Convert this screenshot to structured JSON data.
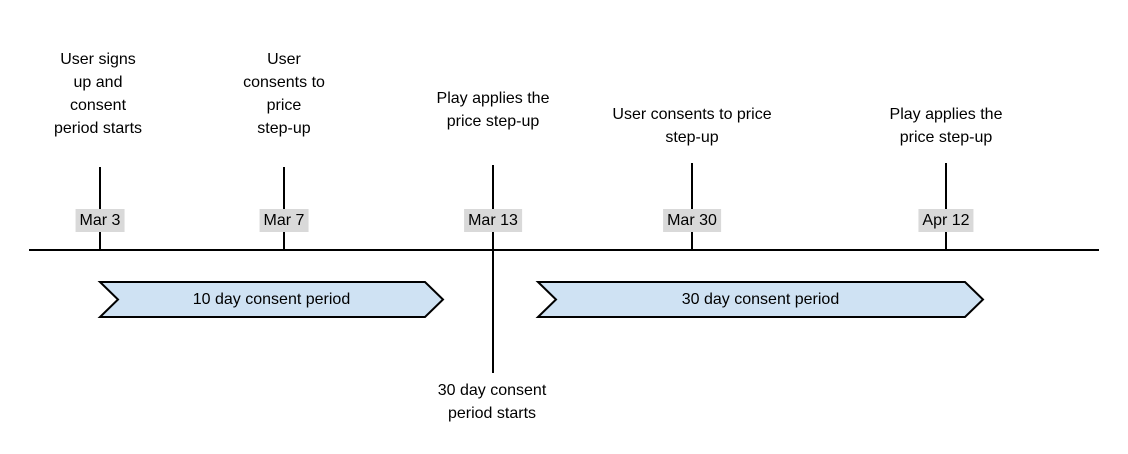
{
  "events": [
    {
      "date": "Mar 3",
      "label": "User signs\nup and\nconsent\nperiod starts"
    },
    {
      "date": "Mar 7",
      "label": "User\nconsents to\nprice\nstep-up"
    },
    {
      "date": "Mar 13",
      "label": "Play applies the\nprice step-up"
    },
    {
      "date": "Mar 30",
      "label": "User consents to price\nstep-up"
    },
    {
      "date": "Apr 12",
      "label": "Play applies the\nprice step-up"
    }
  ],
  "periods": [
    {
      "label": "10 day consent period"
    },
    {
      "label": "30 day consent period"
    }
  ],
  "callout": {
    "text": "30 day consent\nperiod starts"
  },
  "colors": {
    "background": "#ffffff",
    "line": "#000000",
    "text": "#000000",
    "date_bg": "#d9d9d9",
    "period_fill": "#cfe2f3",
    "period_border": "#000000"
  }
}
